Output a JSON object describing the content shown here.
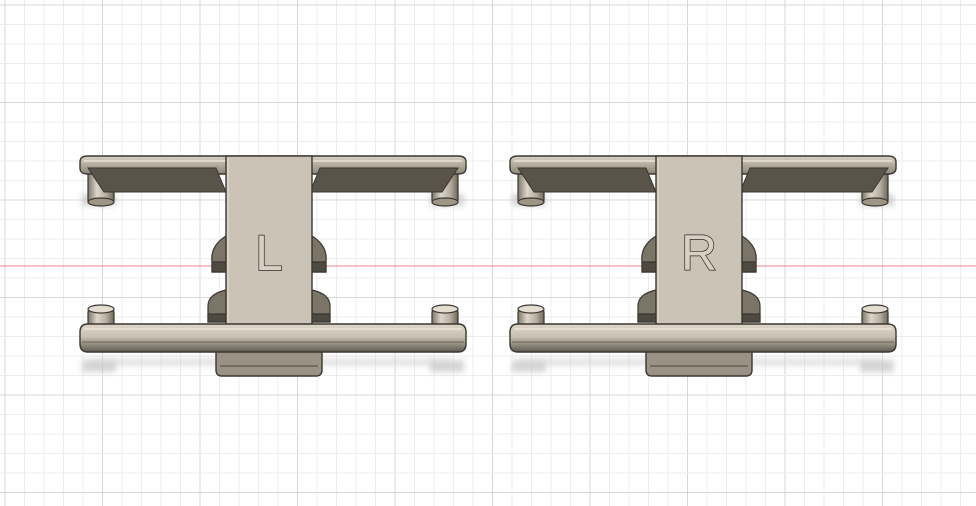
{
  "parts": [
    {
      "id": "left",
      "label": "L"
    },
    {
      "id": "right",
      "label": "R"
    }
  ],
  "colors": {
    "background": "#ffffff",
    "grid_minor": "#ececec",
    "grid_major": "#d7d7d7",
    "origin_axis": "#e88a8a",
    "body_face": "#c9c1b3",
    "body_top": "#ddd6c9",
    "body_dark": "#3a3730",
    "body_shadow": "#6e685c",
    "drop_shadow": "#c8c8c8"
  }
}
